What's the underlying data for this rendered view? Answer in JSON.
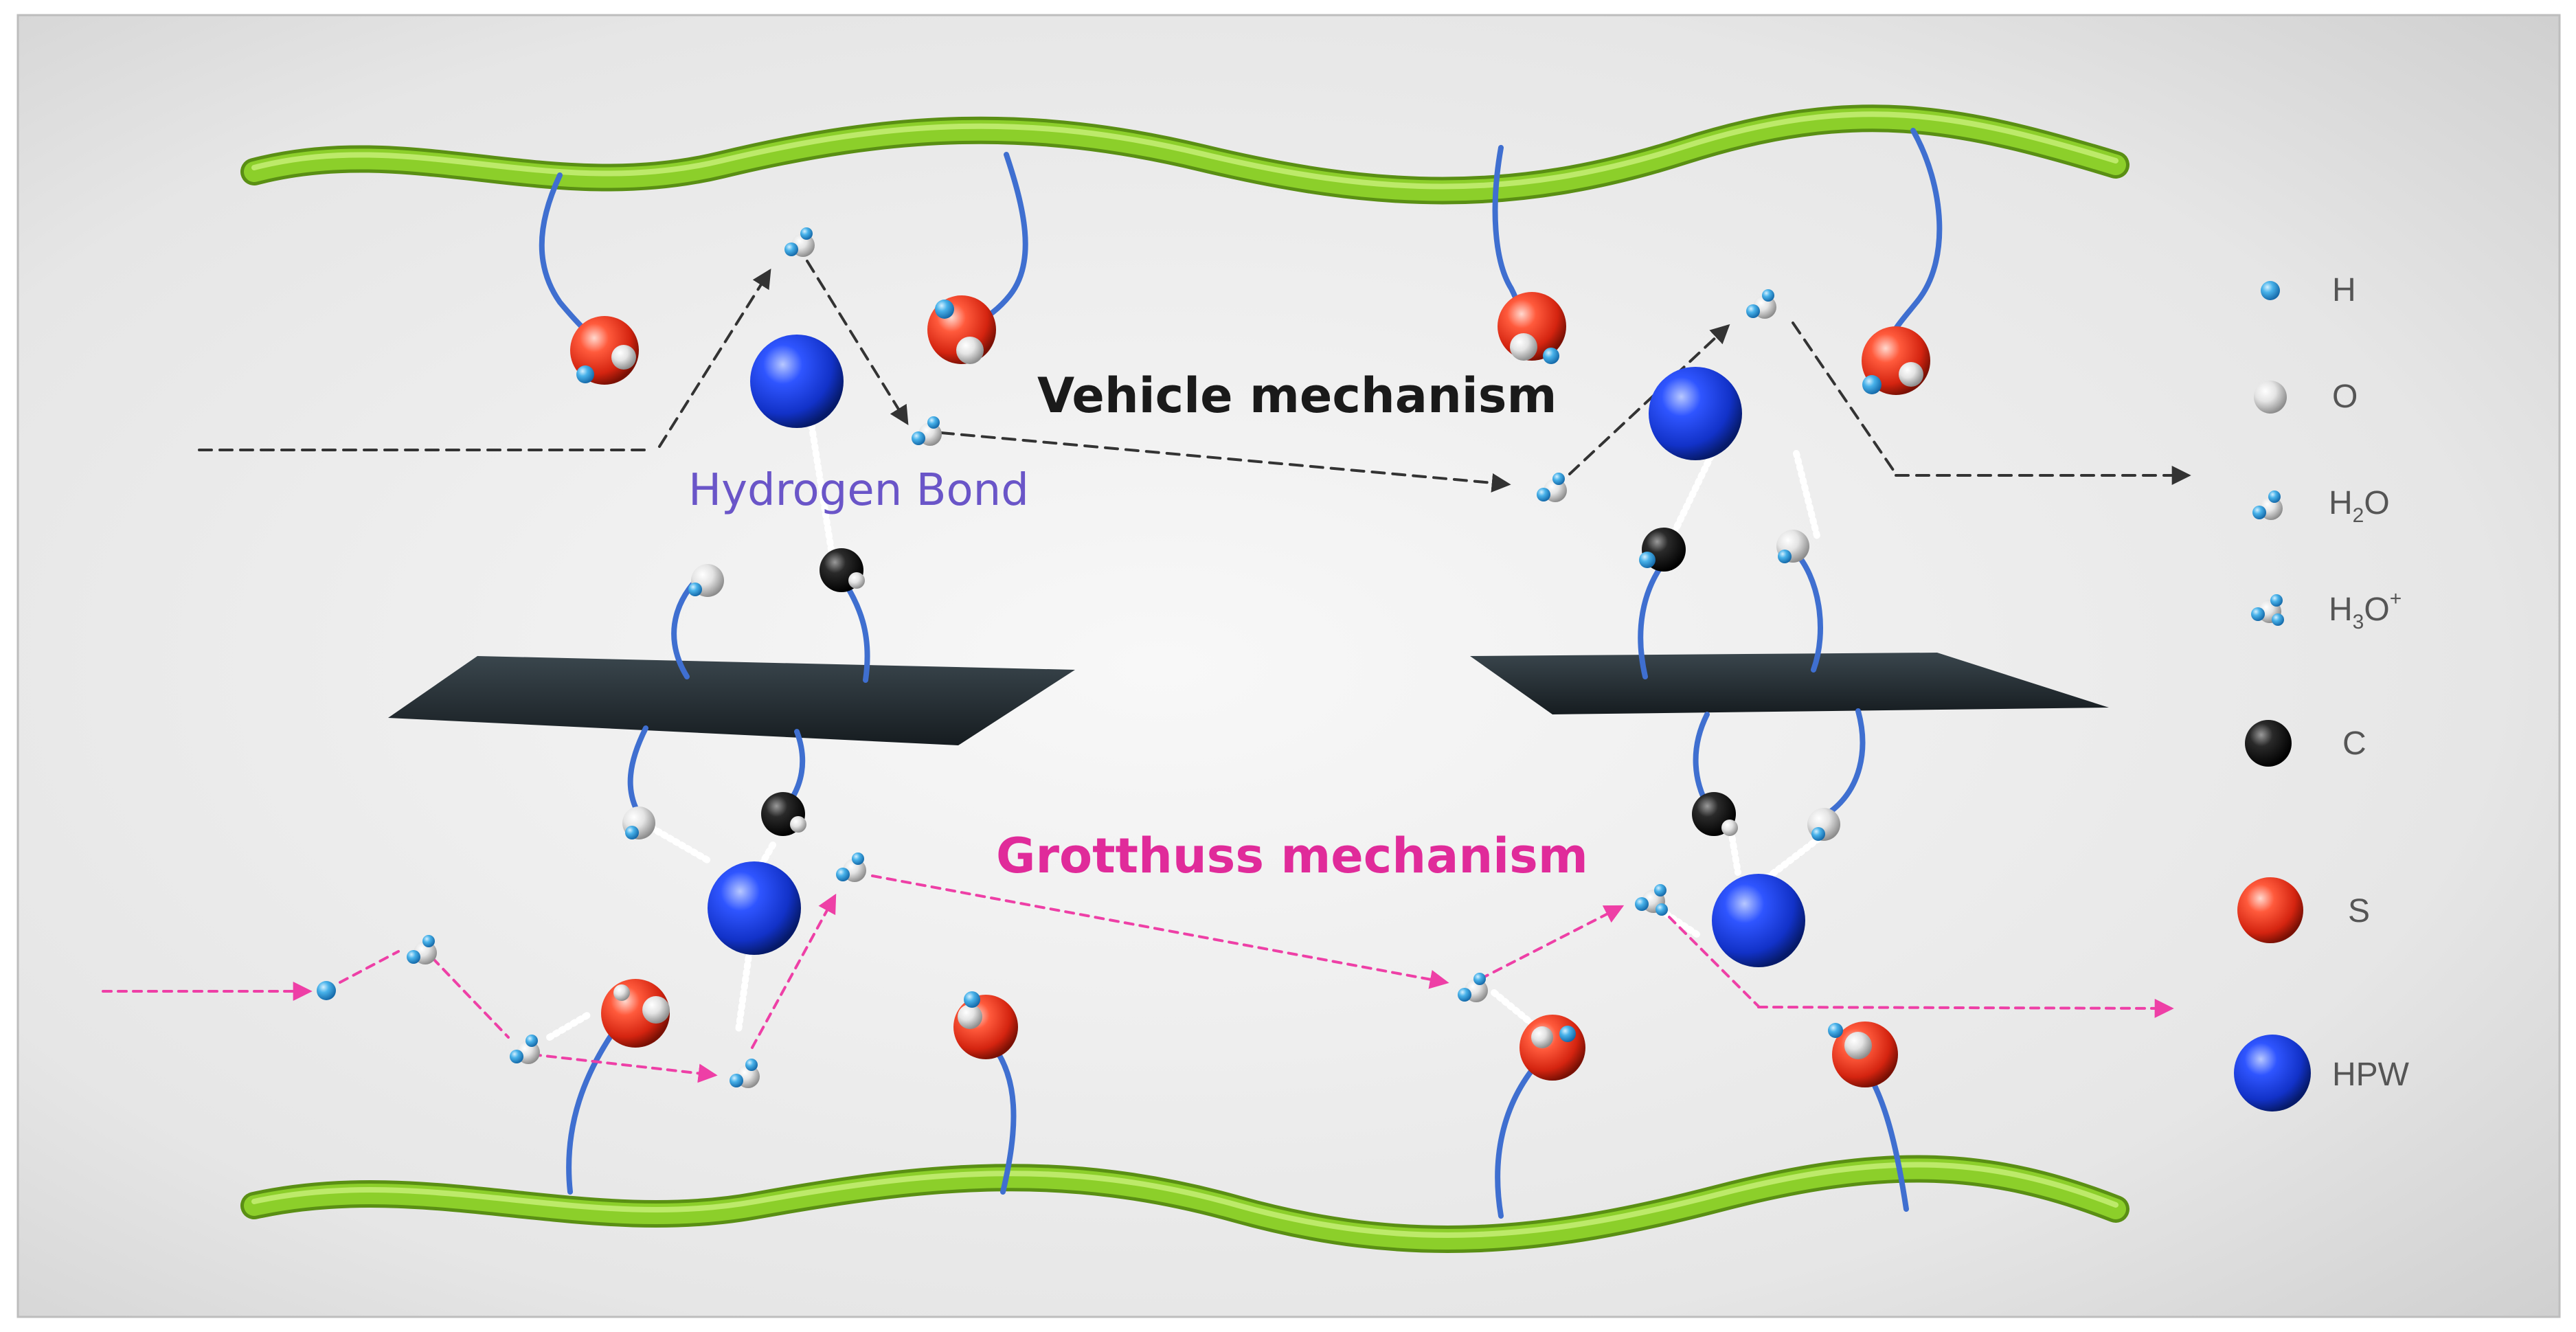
{
  "diagram": {
    "labels": {
      "vehicle": "Vehicle mechanism",
      "hydrogen_bond": "Hydrogen Bond",
      "grotthuss": "Grotthuss mechanism"
    },
    "legend": [
      {
        "key": "h",
        "label": "H"
      },
      {
        "key": "o",
        "label": "O"
      },
      {
        "key": "h2o",
        "label": "H",
        "sub": "2",
        "tail": "O",
        "sup": ""
      },
      {
        "key": "h3o",
        "label": "H",
        "sub": "3",
        "tail": "O",
        "sup": "+"
      },
      {
        "key": "c",
        "label": "C"
      },
      {
        "key": "s",
        "label": "S"
      },
      {
        "key": "hpw",
        "label": "HPW"
      }
    ],
    "colors": {
      "polymer_chain": "#8ccf2a",
      "side_chain": "#3f6fd0",
      "sheet": "#1f272c",
      "sulfur": "#e8301e",
      "hpw": "#1a3ed8",
      "carbon": "#111111",
      "oxygen": "#d9d9d9",
      "hydrogen": "#3fa7e0",
      "vehicle_path": "#333333",
      "grotthuss_path": "#ee3fa6",
      "hydrogen_bond_text": "#6a55c8",
      "grotthuss_text": "#e02b9a"
    }
  }
}
